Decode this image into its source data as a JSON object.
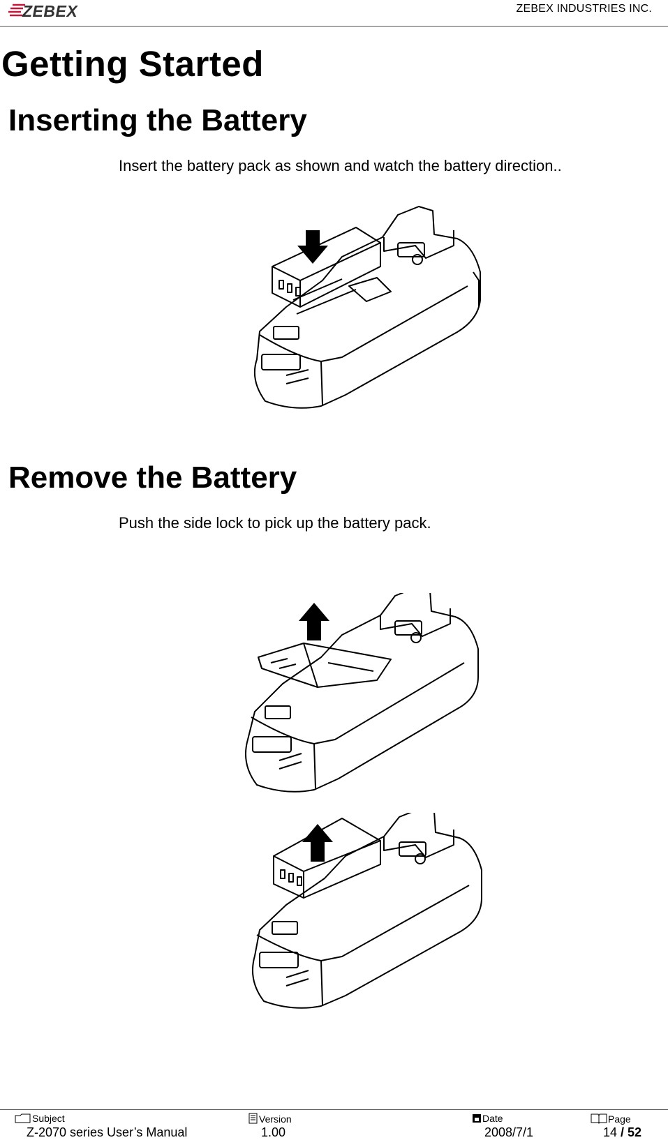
{
  "header": {
    "logo_text": "ZEBEX",
    "company": "ZEBEX INDUSTRIES INC."
  },
  "main": {
    "title": "Getting Started",
    "section1": {
      "heading": "Inserting the Battery",
      "text": "Insert the battery pack as shown and watch the battery direction.."
    },
    "section2": {
      "heading": "Remove the Battery",
      "text": "Push the side lock to pick up the battery pack."
    }
  },
  "footer": {
    "subject_label": "Subject",
    "subject_value": "Z-2070 series User’s Manual",
    "version_label": "Version",
    "version_value": "1.00",
    "date_label": "Date",
    "date_value": "2008/7/1",
    "page_label": "Page",
    "page_current": "14",
    "page_sep": " / ",
    "page_total": "52"
  },
  "icons": {
    "subject": "folder-icon",
    "version": "document-icon",
    "date": "calendar-icon",
    "page": "book-icon"
  }
}
